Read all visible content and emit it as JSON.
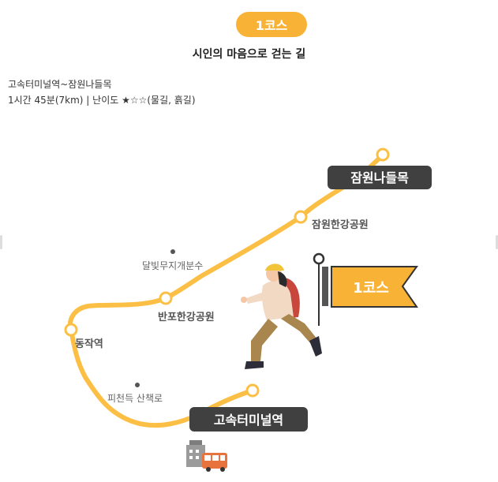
{
  "course_badge": "1코스",
  "subtitle": "시인의 마음으로 걷는 길",
  "route": "고속터미널역~잠원나들목",
  "meta": "1시간 45분(7km) | 난이도 ★☆☆(물길, 흙길)",
  "flag_label": "1코스",
  "stations": {
    "jamwon_nadeulmok": "잠원나들목",
    "jamwon_park": "잠원한강공원",
    "banpo_park": "반포한강공원",
    "dongjak": "동작역",
    "express_terminal": "고속터미널역"
  },
  "landmarks": {
    "rainbow_fountain": "달빛무지개분수",
    "picheondeuk_trail": "피천득 산책로"
  },
  "colors": {
    "accent": "#f8b336",
    "dark_label": "#404040",
    "route": "#fbbf45"
  },
  "icons": [
    "building-icon",
    "bus-icon",
    "flag-icon",
    "hiker-illustration"
  ]
}
